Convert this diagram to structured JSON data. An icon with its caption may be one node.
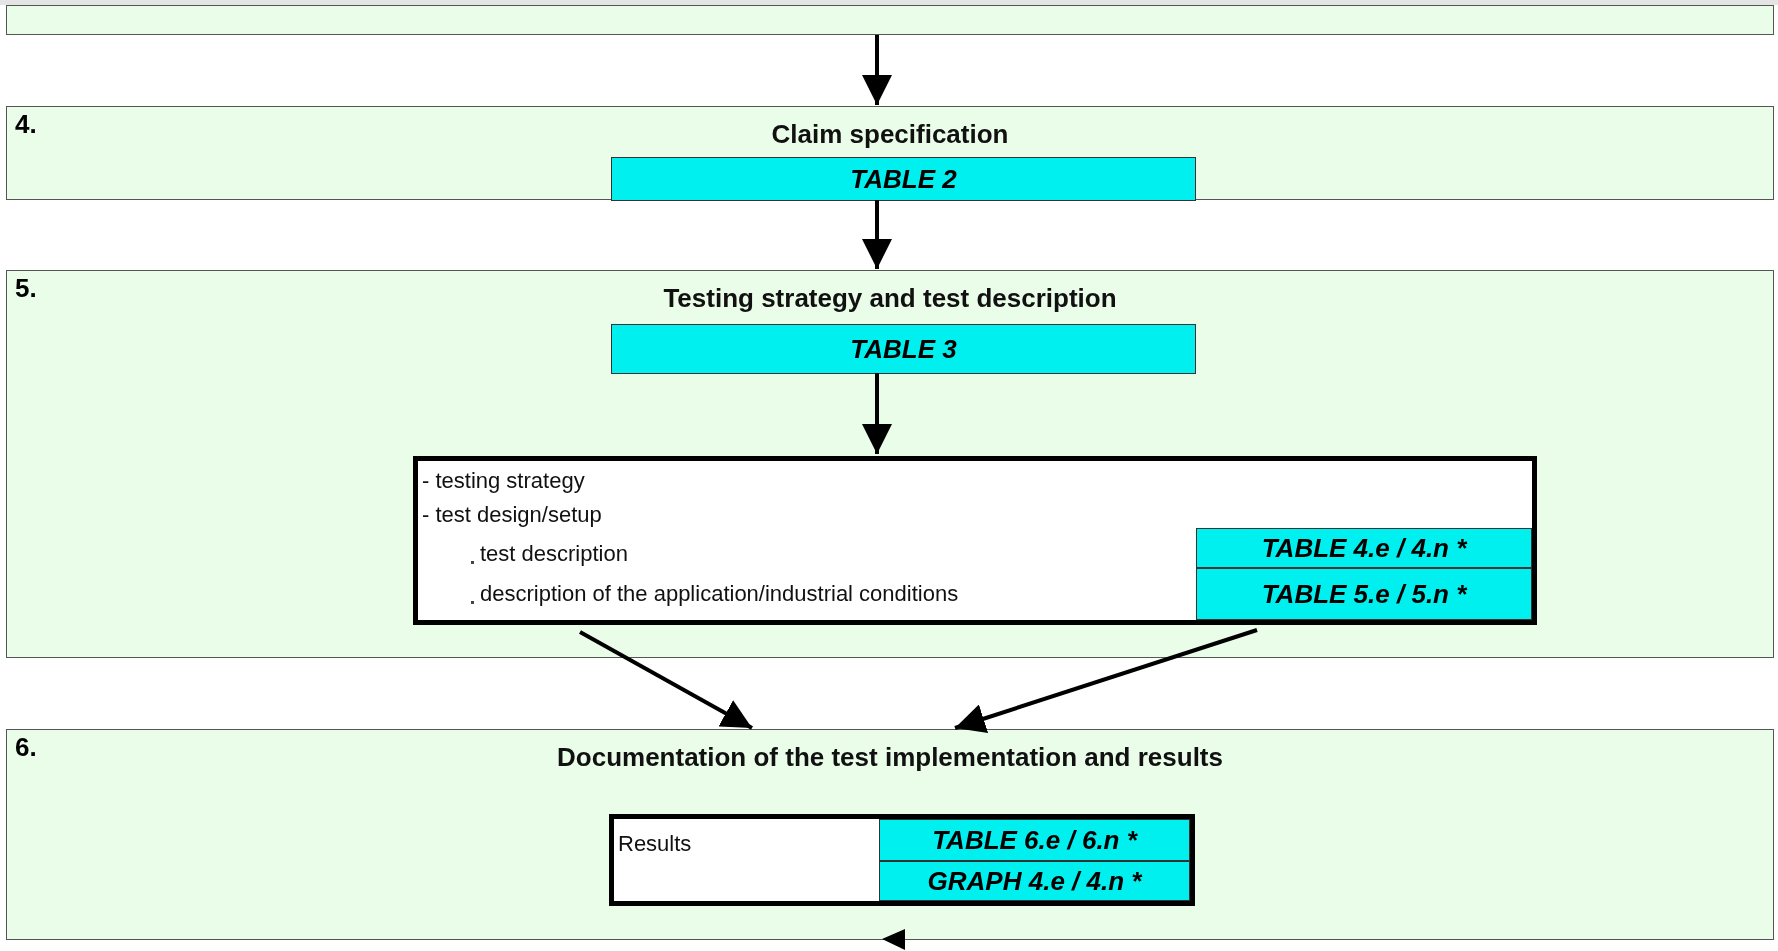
{
  "diagram": {
    "nodes": [
      {
        "text": [],
        "shape": "box"
      },
      {
        "text": [
          "4.",
          "Claim specification"
        ]
      },
      {
        "text": [
          "TABLE 2"
        ],
        "in": 1
      },
      {
        "text": [
          "5.",
          "Testing strategy and test description"
        ]
      },
      {
        "text": [
          "TABLE 3"
        ],
        "in": 3
      },
      {
        "text": [
          "- testing strategy",
          "- test design/setup",
          "test description",
          "description of the application/industrial conditions"
        ],
        "in": 3
      },
      {
        "text": [
          "TABLE 4.e / 4.n *"
        ],
        "in": 5
      },
      {
        "text": [
          "TABLE 5.e / 5.n *"
        ],
        "in": 5
      },
      {
        "text": [
          "6.",
          "Documentation of the test implementation and results"
        ]
      },
      {
        "text": [
          "Results"
        ],
        "in": 8
      },
      {
        "text": [
          "TABLE 6.e / 6.n *"
        ],
        "in": 9
      },
      {
        "text": [
          "GRAPH 4.e / 4.n *"
        ],
        "in": 9
      }
    ],
    "edges": [
      {
        "from": 0,
        "to": 1,
        "arrow": "to"
      },
      {
        "from": 2,
        "to": 3,
        "arrow": "to"
      },
      {
        "from": 4,
        "to": 5,
        "arrow": "to"
      },
      {
        "from": 5,
        "to": 8,
        "arrow": "to"
      },
      {
        "from": 5,
        "to": 8,
        "arrow": "to"
      }
    ]
  }
}
